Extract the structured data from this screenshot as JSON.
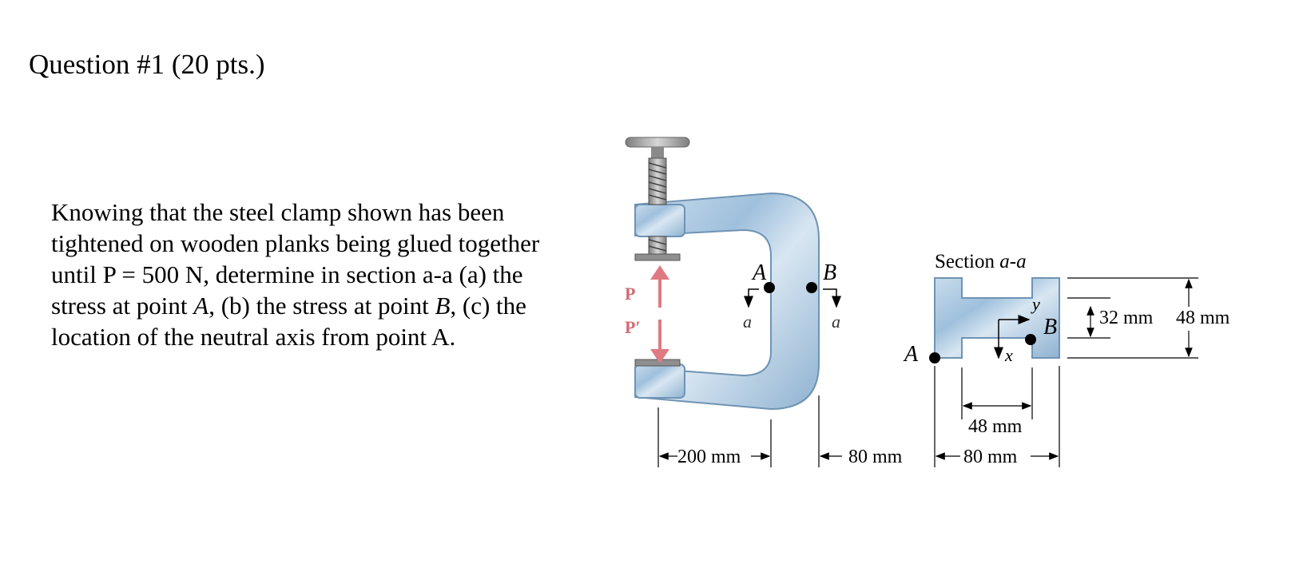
{
  "question": {
    "title": "Question #1 (20 pts.)"
  },
  "problem": {
    "line1": "Knowing that the steel clamp shown has been",
    "line2": "tightened on wooden planks being glued together",
    "line3": "until P  = 500 N, determine in section a-a  (a) the",
    "line4_pre": "stress at point ",
    "line4_A": "A",
    "line4_mid": ", (b) the stress at point ",
    "line4_B": "B",
    "line4_post": ", (c) the",
    "line5": "location of the neutral axis from point A."
  },
  "figure": {
    "force_p": "P",
    "force_p_prime": "P′",
    "point_a": "A",
    "point_b": "B",
    "cut_a": "a",
    "section_title_pre": "Section ",
    "section_title_var": "a-a",
    "axis_y": "y",
    "axis_x": "x",
    "dim_200": "200 mm",
    "dim_80_left": "80 mm",
    "dim_80_right": "80 mm",
    "dim_48_bottom": "48 mm",
    "dim_32": "32 mm",
    "dim_48_right": "48 mm",
    "colors": {
      "steel_blue": "#a9c8e0",
      "steel_edge": "#6f93b3",
      "force_arrow": "#e07a82",
      "screw_gray": "#9a9a9a"
    }
  }
}
